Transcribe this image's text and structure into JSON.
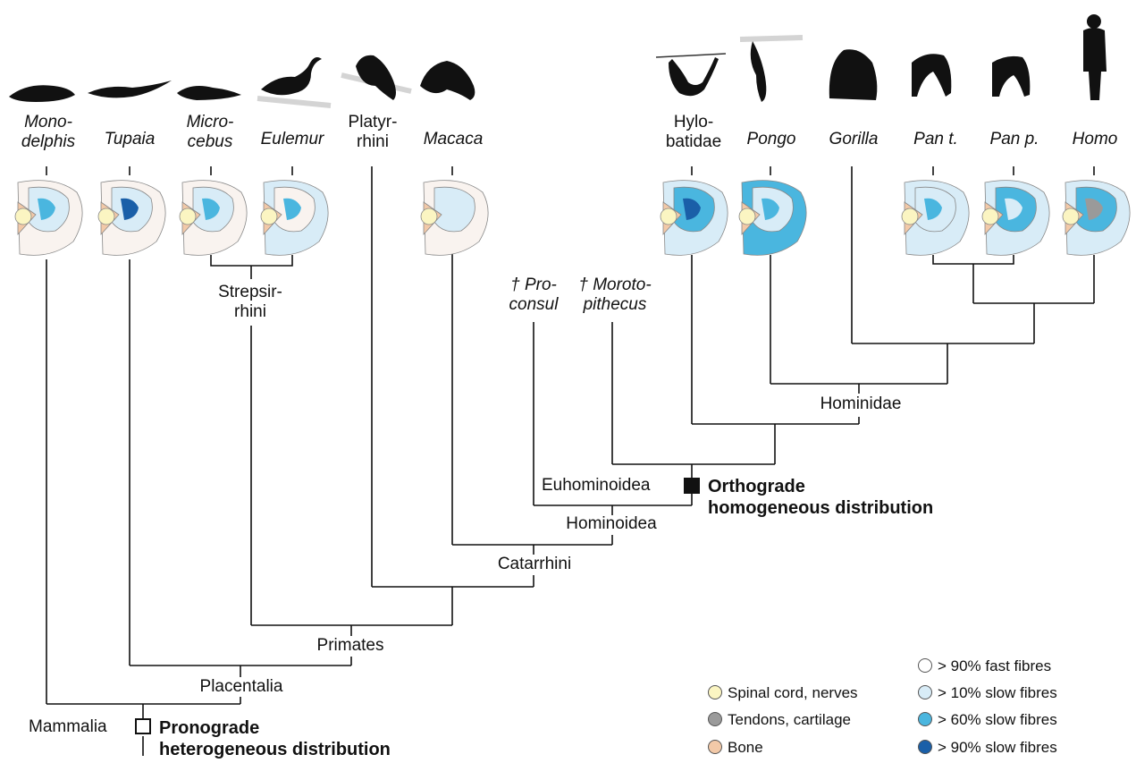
{
  "taxa": [
    {
      "id": "monodelphis",
      "label": "Mono-\ndelphis",
      "italic": true,
      "icon": "opossum-silhouette"
    },
    {
      "id": "tupaia",
      "label": "Tupaia",
      "italic": true,
      "icon": "treeshrew-silhouette"
    },
    {
      "id": "microcebus",
      "label": "Micro-\ncebus",
      "italic": true,
      "icon": "mouse-lemur-silhouette"
    },
    {
      "id": "eulemur",
      "label": "Eulemur",
      "italic": true,
      "icon": "lemur-silhouette"
    },
    {
      "id": "platyrrhini",
      "label": "Platyr-\nrhini",
      "italic": false,
      "icon": "new-world-monkey-silhouette"
    },
    {
      "id": "macaca",
      "label": "Macaca",
      "italic": true,
      "icon": "macaque-silhouette"
    },
    {
      "id": "hylobatidae",
      "label": "Hylo-\nbatidae",
      "italic": false,
      "icon": "gibbon-silhouette"
    },
    {
      "id": "pongo",
      "label": "Pongo",
      "italic": true,
      "icon": "orangutan-silhouette"
    },
    {
      "id": "gorilla",
      "label": "Gorilla",
      "italic": true,
      "icon": "gorilla-silhouette"
    },
    {
      "id": "pan_t",
      "label": "Pan t.",
      "italic": true,
      "icon": "chimpanzee-silhouette"
    },
    {
      "id": "pan_p",
      "label": "Pan p.",
      "italic": true,
      "icon": "bonobo-silhouette"
    },
    {
      "id": "homo",
      "label": "Homo",
      "italic": true,
      "icon": "human-silhouette"
    }
  ],
  "fossils": [
    {
      "id": "proconsul",
      "label": "† Pro-\nconsul"
    },
    {
      "id": "morotopithecus",
      "label": "† Moroto-\npithecus"
    }
  ],
  "clades": {
    "strepsirrhini": "Strepsir-\nrhini",
    "hominidae": "Hominidae",
    "euhominoidea": "Euhominoidea",
    "hominoidea": "Hominoidea",
    "catarrhini": "Catarrhini",
    "primates": "Primates",
    "placentalia": "Placentalia",
    "mammalia": "Mammalia"
  },
  "traits": {
    "orthograde": "Orthograde\nhomogeneous distribution",
    "pronograde": "Pronograde\nheterogeneous distribution"
  },
  "legend_tissue": [
    {
      "label": "Spinal cord, nerves",
      "color": "#fbf5c2"
    },
    {
      "label": "Tendons, cartilage",
      "color": "#9a9a9a"
    },
    {
      "label": "Bone",
      "color": "#f2c9a8"
    }
  ],
  "legend_fibres": [
    {
      "label": "> 90% fast fibres",
      "color": "#ffffff"
    },
    {
      "label": "> 10% slow fibres",
      "color": "#d8ecf7"
    },
    {
      "label": "> 60% slow fibres",
      "color": "#4ab6df"
    },
    {
      "label": "> 90% slow fibres",
      "color": "#1a5fa8"
    }
  ],
  "colors": {
    "line": "#111111",
    "spinal": "#fbf5c2",
    "bone": "#f2c9a8",
    "tendon": "#9a9a9a",
    "fast": "#f9f3ef",
    "slow10": "#d8ecf7",
    "slow60": "#4ab6df",
    "slow90": "#1a5fa8",
    "silhouette": "#111111",
    "branch": "#d4d4d4"
  }
}
